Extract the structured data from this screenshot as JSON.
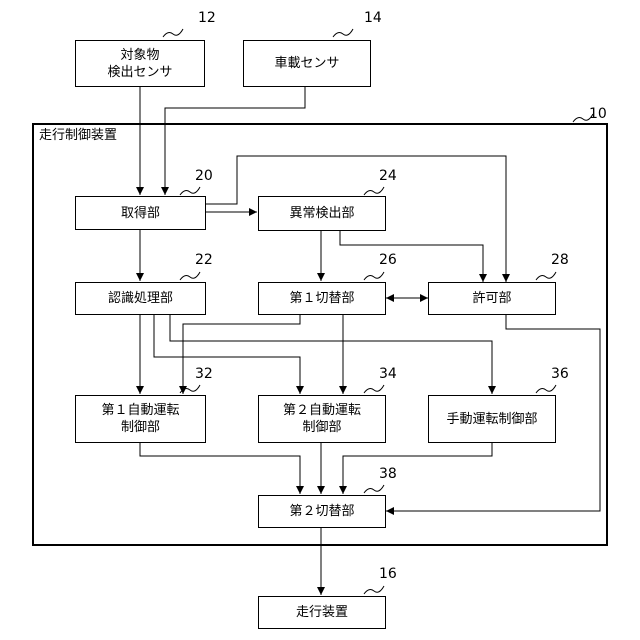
{
  "device": {
    "label": "走行制御装置",
    "ref": "10"
  },
  "blocks": {
    "object_sensor": {
      "lines": [
        "対象物",
        "検出センサ"
      ],
      "ref": "12"
    },
    "vehicle_sensor": {
      "lines": [
        "車載センサ"
      ],
      "ref": "14"
    },
    "acquisition": {
      "lines": [
        "取得部"
      ],
      "ref": "20"
    },
    "anomaly": {
      "lines": [
        "異常検出部"
      ],
      "ref": "24"
    },
    "recognition": {
      "lines": [
        "認識処理部"
      ],
      "ref": "22"
    },
    "switch1": {
      "lines": [
        "第１切替部"
      ],
      "ref": "26"
    },
    "permission": {
      "lines": [
        "許可部"
      ],
      "ref": "28"
    },
    "auto1": {
      "lines": [
        "第１自動運転",
        "制御部"
      ],
      "ref": "32"
    },
    "auto2": {
      "lines": [
        "第２自動運転",
        "制御部"
      ],
      "ref": "34"
    },
    "manual": {
      "lines": [
        "手動運転制御部"
      ],
      "ref": "36"
    },
    "switch2": {
      "lines": [
        "第２切替部"
      ],
      "ref": "38"
    },
    "travel": {
      "lines": [
        "走行装置"
      ],
      "ref": "16"
    }
  }
}
